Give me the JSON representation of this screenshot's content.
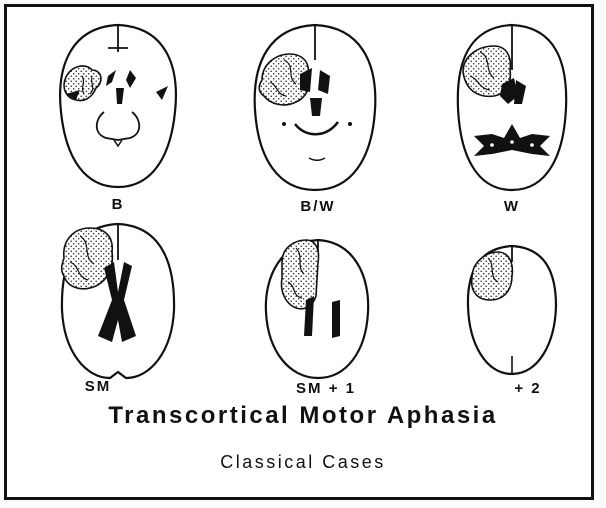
{
  "figure": {
    "title": "Transcortical Motor Aphasia",
    "subtitle": "Classical Cases",
    "panels": [
      {
        "label": "B"
      },
      {
        "label": "B/W"
      },
      {
        "label": "W"
      },
      {
        "label": "SM"
      },
      {
        "label": "SM + 1"
      },
      {
        "label": "+ 2"
      }
    ]
  }
}
